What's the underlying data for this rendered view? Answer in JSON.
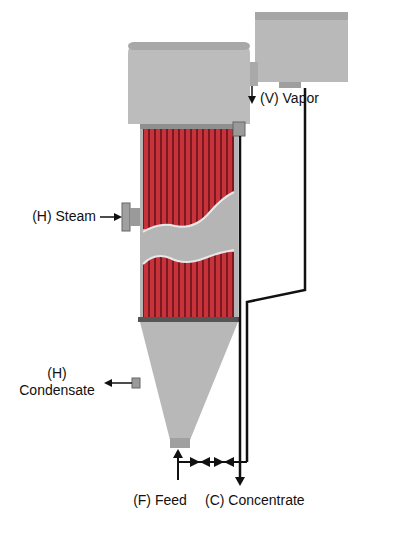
{
  "diagram": {
    "labels": [
      "(V) Vapor",
      "(H) Steam",
      "(H) Condensate",
      "(F) Feed",
      "(C) Concentrate"
    ]
  }
}
